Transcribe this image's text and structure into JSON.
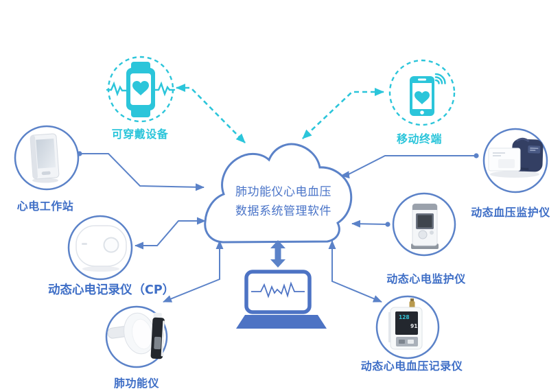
{
  "cloud": {
    "line1": "肺功能仪心电血压",
    "line2": "数据系统管理软件"
  },
  "nodes": {
    "wearable": {
      "label": "可穿戴设备"
    },
    "mobile": {
      "label": "移动终端"
    },
    "ecg_workstation": {
      "label": "心电工作站"
    },
    "holter_recorder_cp": {
      "label_main": "动态心电记录仪",
      "label_suffix": "（CP）"
    },
    "spirometer": {
      "label": "肺功能仪"
    },
    "bp_monitor": {
      "label": "动态血压监护仪"
    },
    "ecg_monitor": {
      "label": "动态心电监护仪"
    },
    "ecg_bp_recorder": {
      "label": "动态心电血压记录仪",
      "screen_sys": "128",
      "screen_dia": "91"
    }
  },
  "colors": {
    "connector_blue": "#5b82c8",
    "teal": "#2bc5da",
    "label_blue": "#3e6ec6",
    "cloud_text_blue": "#4a74c8"
  }
}
